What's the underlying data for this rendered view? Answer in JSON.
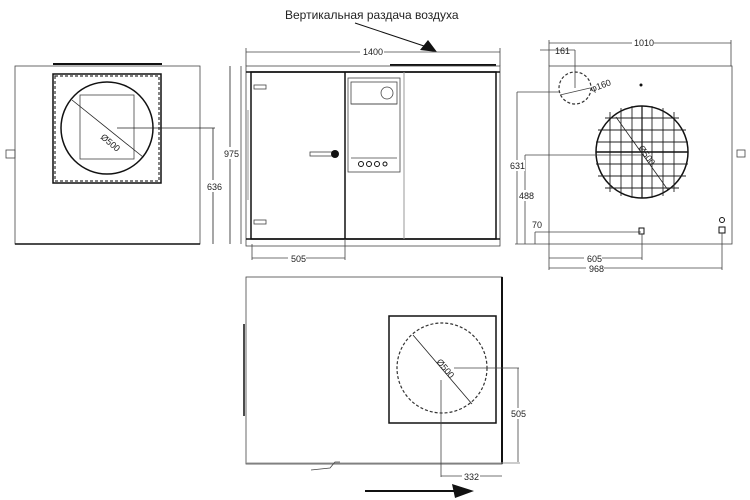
{
  "title": "Вертикальная раздача воздуха",
  "views": {
    "left": {
      "diameter": "Ø500",
      "height_total": "975",
      "height_center": "636"
    },
    "front": {
      "width": "1400",
      "offset": "505"
    },
    "right": {
      "width": "1010",
      "offset_top": "161",
      "small_diameter": "φ160",
      "diameter": "Ø500",
      "h1": "631",
      "h2": "488",
      "h3": "70",
      "w1": "605",
      "w2": "968"
    },
    "bottom": {
      "diameter": "Ø500",
      "h": "505",
      "w": "332"
    }
  }
}
